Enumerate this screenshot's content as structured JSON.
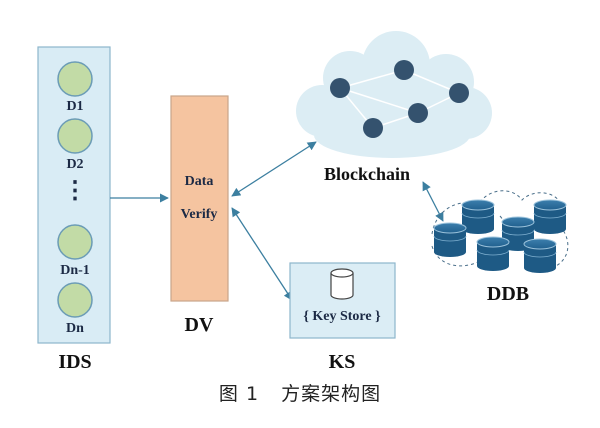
{
  "ids": {
    "title": "IDS",
    "nodes": [
      {
        "label": "D1"
      },
      {
        "label": "D2"
      },
      {
        "label": "Dn-1"
      },
      {
        "label": "Dn"
      }
    ],
    "ellipsis": "⋮"
  },
  "dv": {
    "title": "DV",
    "line1": "Data",
    "line2": "Verify"
  },
  "blockchain": {
    "title": "Blockchain"
  },
  "ks": {
    "title": "KS",
    "label": "{ Key Store }"
  },
  "ddb": {
    "title": "DDB"
  },
  "caption": {
    "figure": "图 1",
    "text": "方案架构图"
  },
  "colors": {
    "ids_panel_fill": "#d9ecf5",
    "ids_panel_stroke": "#8db6cc",
    "node_fill": "#c2dba6",
    "node_stroke": "#6b9cb6",
    "dv_fill": "#f5c4a0",
    "dv_stroke": "#c9a58a",
    "cloud_fill": "#dcedf4",
    "blockchain_node": "#34526e",
    "ks_fill": "#dbedf5",
    "ddb_fill": "#1e5a85",
    "arrow": "#3c7fa0"
  }
}
